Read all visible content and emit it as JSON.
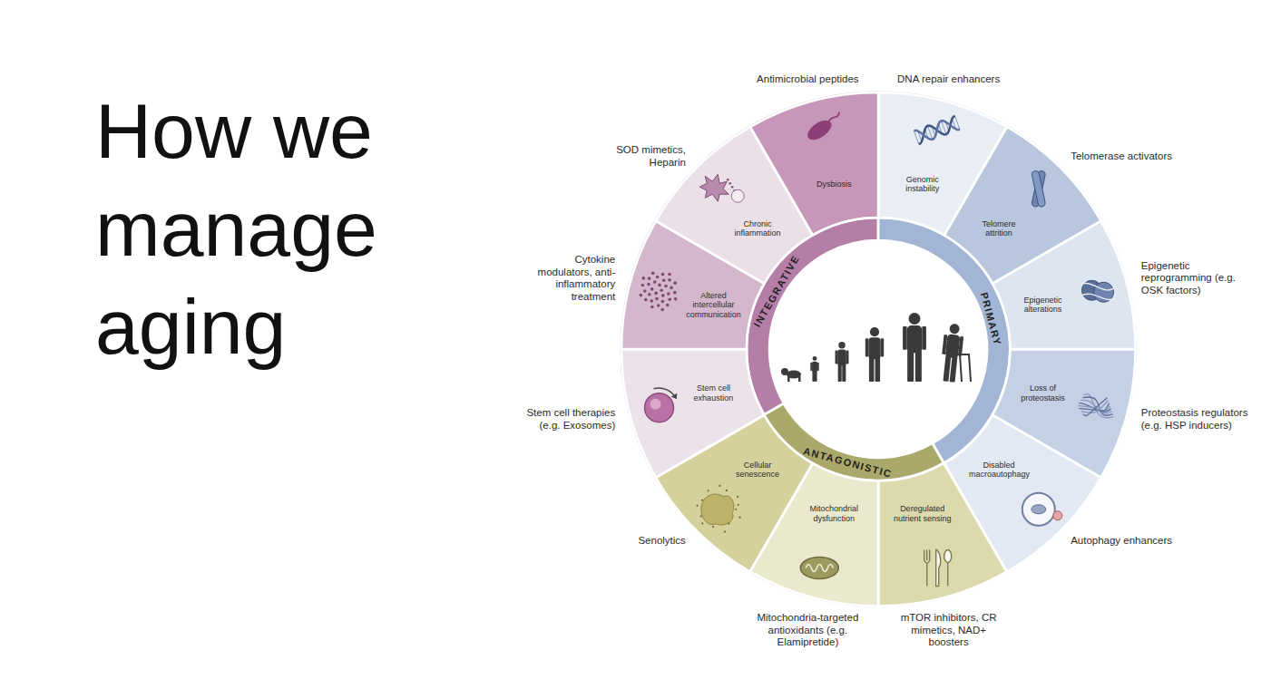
{
  "diagram": {
    "title": "How we manage aging",
    "nodes": [
      {
        "text": [
          "INTEGRATIVE"
        ]
      },
      {
        "text": [
          "PRIMARY"
        ]
      },
      {
        "text": [
          "ANTAGONISTIC"
        ]
      },
      {
        "text": [
          "Genomic instability"
        ]
      },
      {
        "text": [
          "Telomere attrition"
        ]
      },
      {
        "text": [
          "Epigenetic alterations"
        ]
      },
      {
        "text": [
          "Loss of proteostasis"
        ]
      },
      {
        "text": [
          "Disabled macroautophagy"
        ]
      },
      {
        "text": [
          "Deregulated nutrient sensing"
        ]
      },
      {
        "text": [
          "Mitochondrial dysfunction"
        ]
      },
      {
        "text": [
          "Cellular senescence"
        ]
      },
      {
        "text": [
          "Stem cell exhaustion"
        ]
      },
      {
        "text": [
          "Altered intercellular communication"
        ]
      },
      {
        "text": [
          "Chronic inflammation"
        ]
      },
      {
        "text": [
          "Dysbiosis"
        ]
      }
    ],
    "labels": [
      "DNA repair enhancers",
      "Telomerase activators",
      "Epigenetic reprogramming (e.g. OSK factors)",
      "Proteostasis regulators (e.g. HSP inducers)",
      "Autophagy enhancers",
      "mTOR inhibitors, CR mimetics, NAD+ boosters",
      "Mitochondria-targeted antioxidants (e.g. Elamipretide)",
      "Senolytics",
      "Stem cell therapies (e.g. Exosomes)",
      "Cytokine modulators, anti-inflammatory treatment",
      "SOD mimetics, Heparin",
      "Antimicrobial peptides"
    ]
  }
}
